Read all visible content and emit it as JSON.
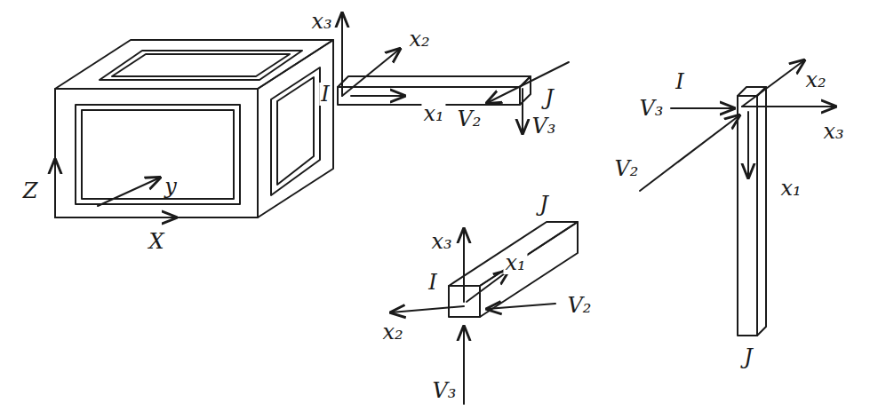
{
  "diagram": {
    "labels": [
      "Z",
      "y",
      "X",
      "x₃",
      "x₂",
      "I",
      "J",
      "x₁",
      "V₂",
      "V₃",
      "x₂",
      "I",
      "V₃",
      "x₃",
      "V₂",
      "x₁",
      "J",
      "J",
      "x₃",
      "x₁",
      "I",
      "x₂",
      "V₂",
      "V₃"
    ]
  }
}
